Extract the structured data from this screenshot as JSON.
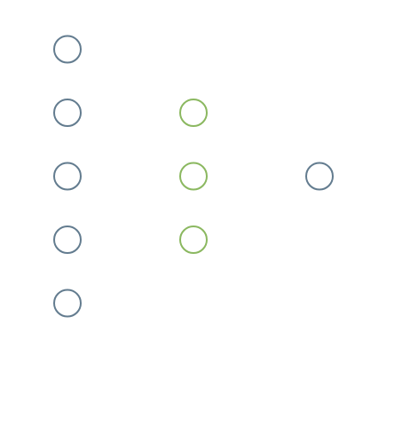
{
  "colors": {
    "background": "#ffffff",
    "slate": "#637c8f",
    "green": "#8bb860",
    "fill": "#ffffff"
  },
  "columns": [
    {
      "id": "left",
      "color": "slate",
      "nodes": [
        {
          "id": "left-1"
        },
        {
          "id": "left-2"
        },
        {
          "id": "left-3"
        },
        {
          "id": "left-4"
        },
        {
          "id": "left-5"
        }
      ]
    },
    {
      "id": "middle",
      "color": "green",
      "nodes": [
        {
          "id": "middle-1"
        },
        {
          "id": "middle-2"
        },
        {
          "id": "middle-3"
        }
      ]
    },
    {
      "id": "right",
      "color": "slate",
      "nodes": [
        {
          "id": "right-1"
        }
      ]
    }
  ]
}
